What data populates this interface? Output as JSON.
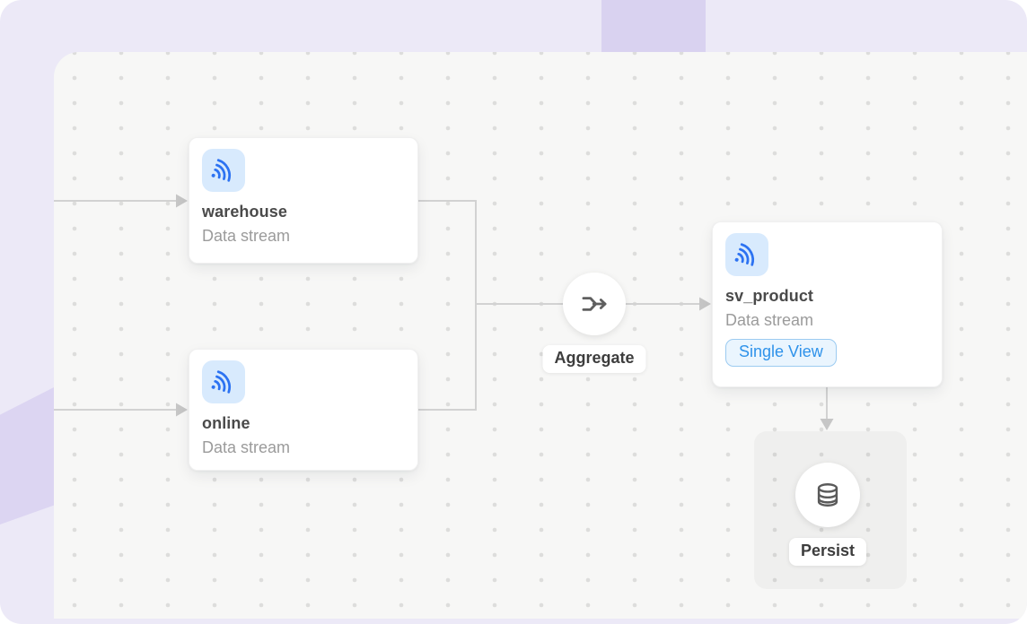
{
  "palette": {
    "frame_bg": "#ECE9F7",
    "decor": "#D9D2F0",
    "canvas_bg": "#F7F7F6",
    "dot": "#DDDDDC",
    "edge": "#D2D2D2",
    "arrow": "#C6C6C6",
    "accent_blue": "#2C72F2",
    "badge_bg": "#EAF5FE",
    "badge_border": "#9CCBF1",
    "badge_text": "#2E92EA",
    "title_text": "#4A4A4A",
    "subtitle_text": "#9B9B9B",
    "label_text": "#3D3D3D"
  },
  "nodes": {
    "warehouse": {
      "title": "warehouse",
      "type_label": "Data stream",
      "icon": "stream-icon"
    },
    "online": {
      "title": "online",
      "type_label": "Data stream",
      "icon": "stream-icon"
    },
    "aggregate": {
      "label": "Aggregate",
      "icon": "merge-arrow-icon"
    },
    "sv_product": {
      "title": "sv_product",
      "type_label": "Data stream",
      "badge": "Single View",
      "icon": "stream-icon"
    },
    "persist": {
      "label": "Persist",
      "icon": "database-icon"
    }
  }
}
